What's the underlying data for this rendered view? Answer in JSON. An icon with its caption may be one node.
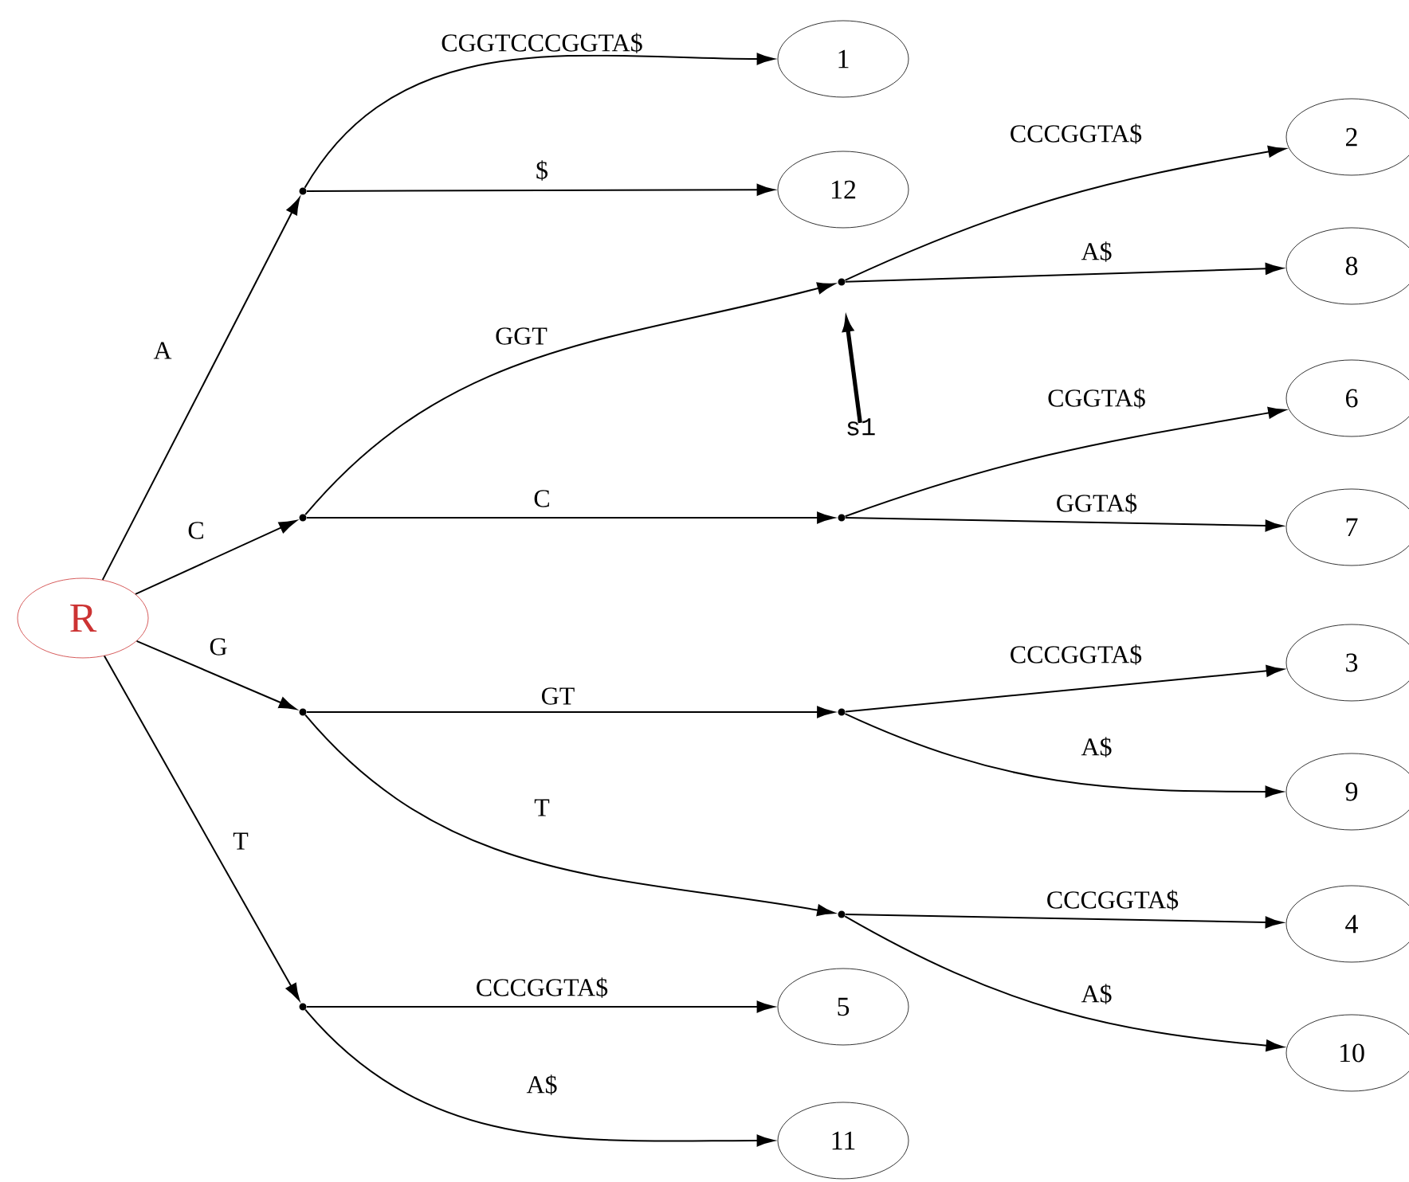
{
  "diagram": {
    "nodes": [
      {
        "text": [
          "R"
        ]
      },
      {
        "text": [],
        "shape": "circle"
      },
      {
        "text": [],
        "shape": "circle"
      },
      {
        "text": [],
        "shape": "circle"
      },
      {
        "text": [],
        "shape": "circle"
      },
      {
        "text": [],
        "shape": "circle"
      },
      {
        "text": [],
        "shape": "circle"
      },
      {
        "text": [],
        "shape": "circle"
      },
      {
        "text": [],
        "shape": "circle"
      },
      {
        "text": [
          "1"
        ]
      },
      {
        "text": [
          "12"
        ]
      },
      {
        "text": [
          "2"
        ]
      },
      {
        "text": [
          "8"
        ]
      },
      {
        "text": [
          "6"
        ]
      },
      {
        "text": [
          "7"
        ]
      },
      {
        "text": [
          "3"
        ]
      },
      {
        "text": [
          "9"
        ]
      },
      {
        "text": [
          "4"
        ]
      },
      {
        "text": [
          "10"
        ]
      },
      {
        "text": [
          "5"
        ]
      },
      {
        "text": [
          "11"
        ]
      },
      {
        "text": [
          "s1"
        ]
      }
    ],
    "edges": [
      {
        "from": 0,
        "to": 1,
        "arrow": "to",
        "label": "A"
      },
      {
        "from": 0,
        "to": 2,
        "arrow": "to",
        "label": "C"
      },
      {
        "from": 0,
        "to": 3,
        "arrow": "to",
        "label": "G"
      },
      {
        "from": 0,
        "to": 4,
        "arrow": "to",
        "label": "T"
      },
      {
        "from": 1,
        "to": 9,
        "arrow": "to",
        "label": "CGGTCCCGGTA$"
      },
      {
        "from": 1,
        "to": 10,
        "arrow": "to",
        "label": "$"
      },
      {
        "from": 2,
        "to": 5,
        "arrow": "to",
        "label": "GGT"
      },
      {
        "from": 2,
        "to": 6,
        "arrow": "to",
        "label": "C"
      },
      {
        "from": 3,
        "to": 7,
        "arrow": "to",
        "label": "GT"
      },
      {
        "from": 3,
        "to": 8,
        "arrow": "to",
        "label": "T"
      },
      {
        "from": 5,
        "to": 11,
        "arrow": "to",
        "label": "CCCGGTA$"
      },
      {
        "from": 5,
        "to": 12,
        "arrow": "to",
        "label": "A$"
      },
      {
        "from": 6,
        "to": 13,
        "arrow": "to",
        "label": "CGGTA$"
      },
      {
        "from": 6,
        "to": 14,
        "arrow": "to",
        "label": "GGTA$"
      },
      {
        "from": 7,
        "to": 15,
        "arrow": "to",
        "label": "CCCGGTA$"
      },
      {
        "from": 7,
        "to": 16,
        "arrow": "to",
        "label": "A$"
      },
      {
        "from": 8,
        "to": 17,
        "arrow": "to",
        "label": "CCCGGTA$"
      },
      {
        "from": 8,
        "to": 18,
        "arrow": "to",
        "label": "A$"
      },
      {
        "from": 4,
        "to": 19,
        "arrow": "to",
        "label": "CCCGGTA$"
      },
      {
        "from": 4,
        "to": 20,
        "arrow": "to",
        "label": "A$"
      },
      {
        "from": 21,
        "to": 5,
        "arrow": "to",
        "style": "thick"
      }
    ]
  }
}
